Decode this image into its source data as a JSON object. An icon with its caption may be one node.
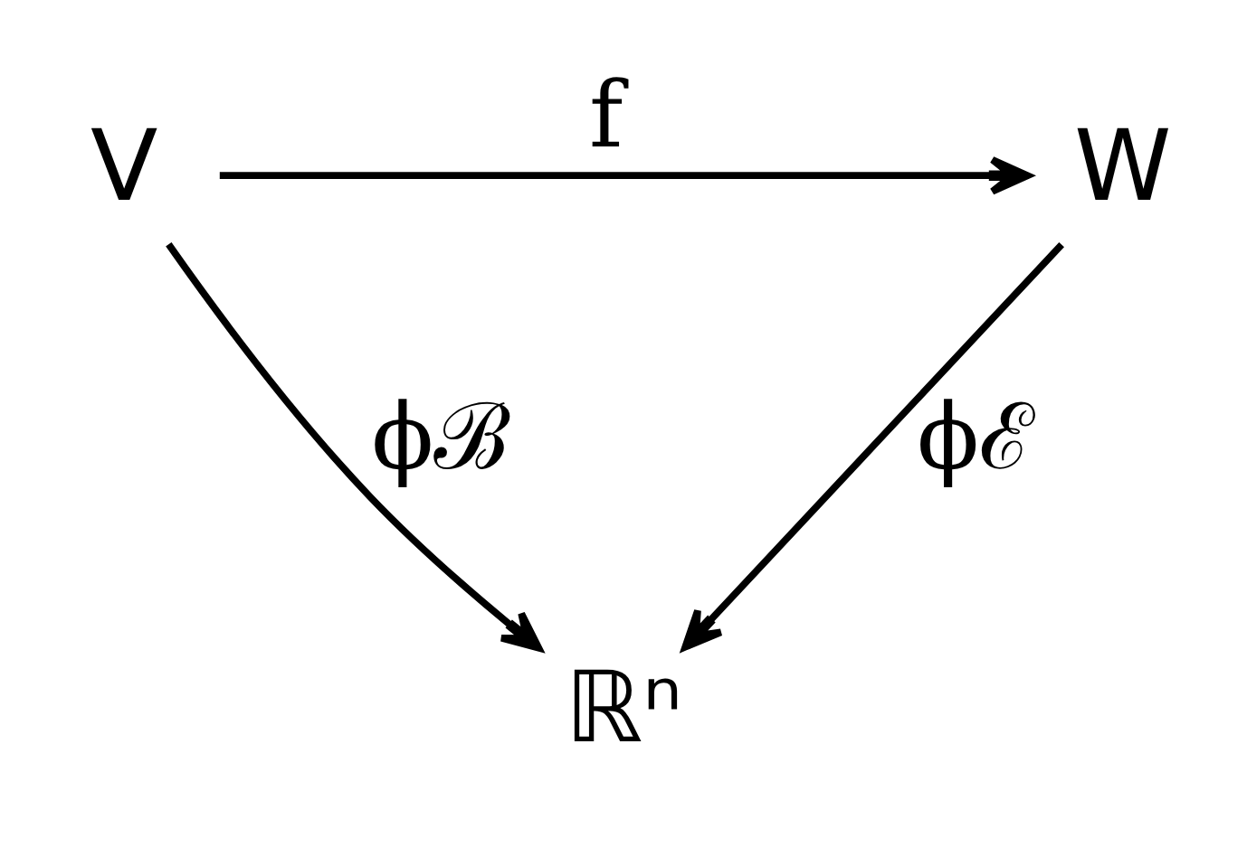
{
  "diagram": {
    "nodes": [
      {
        "text": [
          "V"
        ]
      },
      {
        "text": [
          "W"
        ]
      },
      {
        "text": [
          "ℝⁿ"
        ]
      }
    ],
    "edges": [
      {
        "from": 0,
        "to": 1,
        "arrow": "to",
        "label": "f"
      },
      {
        "from": 0,
        "to": 2,
        "arrow": "to",
        "label": "ϕℬ"
      },
      {
        "from": 1,
        "to": 2,
        "arrow": "to",
        "label": "ϕℰ"
      }
    ]
  }
}
